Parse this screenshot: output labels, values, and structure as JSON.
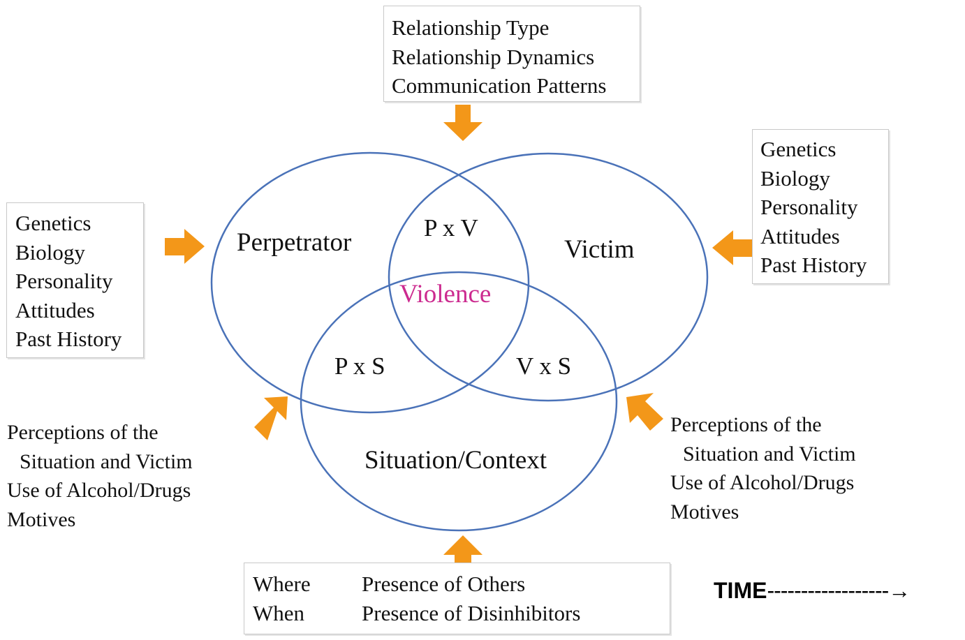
{
  "colors": {
    "circle_stroke": "#4a72b8",
    "arrow": "#f39719",
    "violence": "#cc2a8f",
    "text": "#111111"
  },
  "top_box": {
    "lines": [
      "Relationship  Type",
      "Relationship  Dynamics",
      "Communication  Patterns"
    ]
  },
  "left_box": {
    "lines": [
      "Genetics",
      "Biology",
      "Personality",
      "Attitudes",
      "Past History"
    ]
  },
  "right_box": {
    "lines": [
      "Genetics",
      "Biology",
      "Personality",
      "Attitudes",
      "Past History"
    ]
  },
  "bottom_box": {
    "col1": [
      "Where",
      "When"
    ],
    "col2": [
      "Presence  of Others",
      "Presence  of Disinhibitors"
    ]
  },
  "left_text": {
    "lines": [
      "Perceptions  of the",
      "Situation and Victim",
      "Use of Alcohol/Drugs",
      "Motives"
    ]
  },
  "right_text": {
    "lines": [
      "Perceptions  of the",
      "Situation and Victim",
      "Use of Alcohol/Drugs",
      "Motives"
    ]
  },
  "circles": {
    "perpetrator": "Perpetrator",
    "victim": "Victim",
    "situation": "Situation/Context"
  },
  "intersections": {
    "pv": "P x V",
    "ps": "P x S",
    "vs": "V x S",
    "center": "Violence"
  },
  "time": {
    "label": "TIME",
    "dashes": "------------------",
    "arrow": "→"
  },
  "icons": [
    "arrow-down-icon",
    "arrow-right-icon",
    "arrow-left-icon",
    "arrow-up-right-icon",
    "arrow-up-left-icon",
    "arrow-up-icon",
    "long-arrow-right-icon"
  ]
}
